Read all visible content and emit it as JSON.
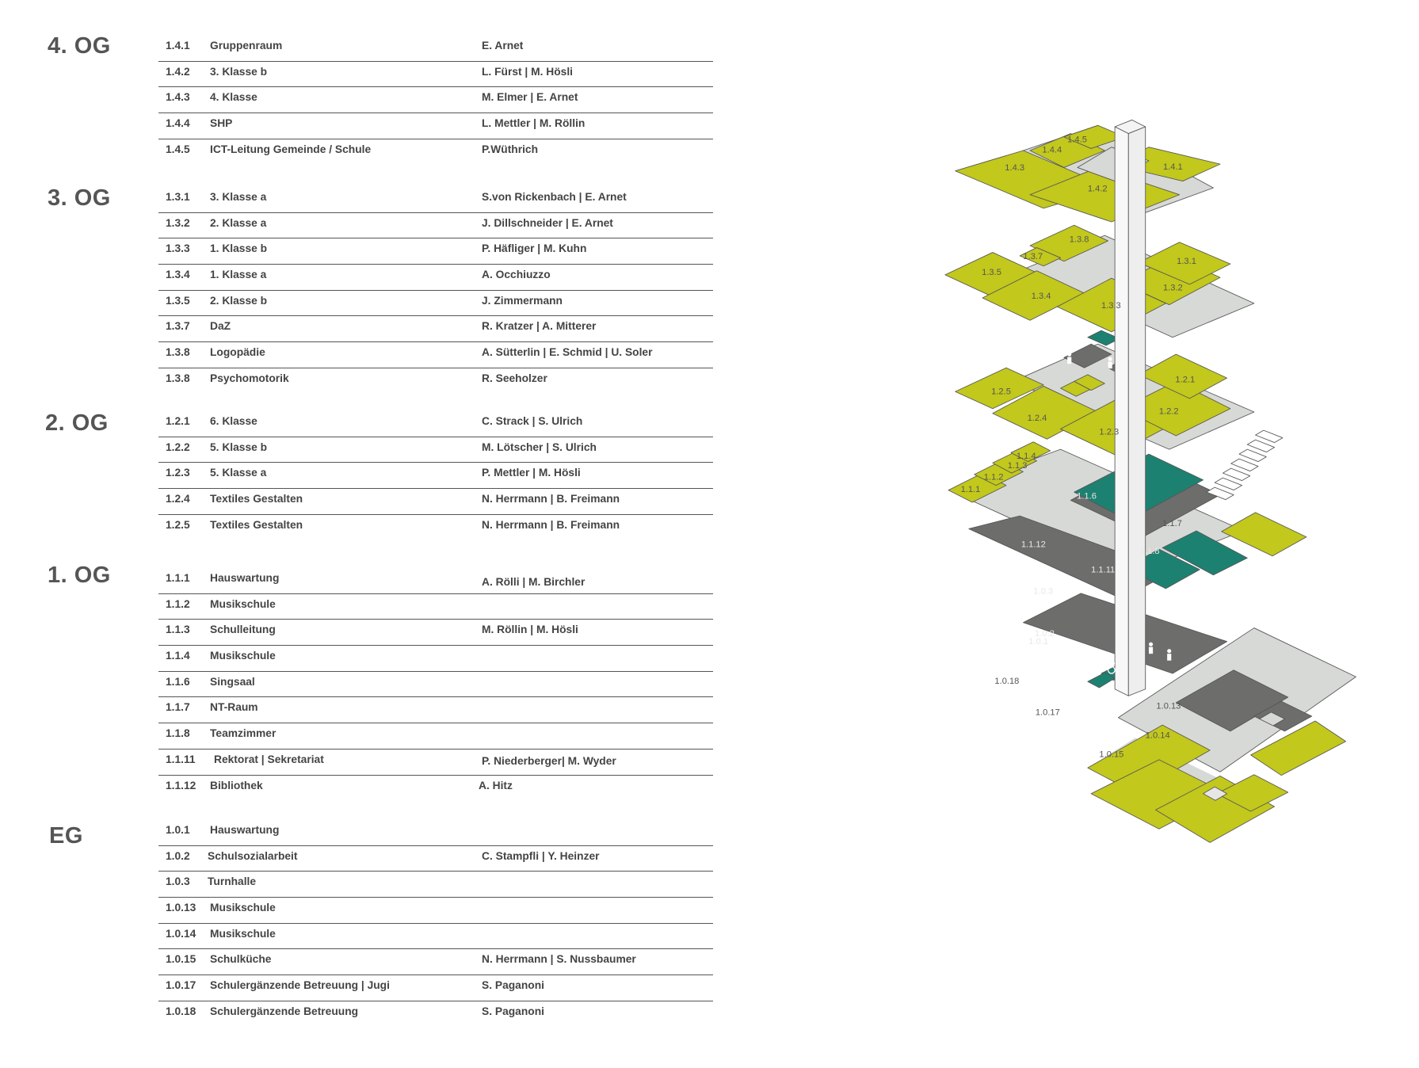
{
  "colors": {
    "room": "#c2c81c",
    "floor": "#d7d9d6",
    "service": "#6d6d6c",
    "team": "#1d8171",
    "line": "#555555"
  },
  "floors": [
    {
      "label": "4. OG",
      "rows": [
        {
          "num": "1.4.1",
          "name": "Gruppenraum",
          "staff": "E. Arnet"
        },
        {
          "num": "1.4.2",
          "name": "3. Klasse b",
          "staff": "L. Fürst | M. Hösli"
        },
        {
          "num": "1.4.3",
          "name": "4. Klasse",
          "staff": "M. Elmer | E. Arnet"
        },
        {
          "num": "1.4.4",
          "name": "SHP",
          "staff": "L. Mettler | M. Röllin"
        },
        {
          "num": "1.4.5",
          "name": "ICT-Leitung Gemeinde / Schule",
          "staff": "P.Wüthrich"
        }
      ]
    },
    {
      "label": "3. OG",
      "rows": [
        {
          "num": "1.3.1",
          "name": "3. Klasse a",
          "staff": "S.von Rickenbach | E. Arnet"
        },
        {
          "num": "1.3.2",
          "name": "2. Klasse a",
          "staff": "J. Dillschneider | E. Arnet"
        },
        {
          "num": "1.3.3",
          "name": "1. Klasse b",
          "staff": "P. Häfliger | M. Kuhn"
        },
        {
          "num": "1.3.4",
          "name": "1. Klasse a",
          "staff": "A. Occhiuzzo"
        },
        {
          "num": "1.3.5",
          "name": "2. Klasse b",
          "staff": "J. Zimmermann"
        },
        {
          "num": "1.3.7",
          "name": "DaZ",
          "staff": "R. Kratzer | A. Mitterer"
        },
        {
          "num": "1.3.8",
          "name": "Logopädie",
          "staff": "A. Sütterlin | E. Schmid  | U. Soler"
        },
        {
          "num": "1.3.8",
          "name": "Psychomotorik",
          "staff": "R. Seeholzer"
        }
      ]
    },
    {
      "label": "2. OG",
      "rows": [
        {
          "num": "1.2.1",
          "name": "6. Klasse",
          "staff": "C. Strack  | S. Ulrich"
        },
        {
          "num": "1.2.2",
          "name": "5. Klasse b",
          "staff": "M. Lötscher  | S. Ulrich"
        },
        {
          "num": "1.2.3",
          "name": "5. Klasse a",
          "staff": "P. Mettler | M. Hösli"
        },
        {
          "num": "1.2.4",
          "name": "Textiles Gestalten",
          "staff": "N. Herrmann | B. Freimann"
        },
        {
          "num": "1.2.5",
          "name": "Textiles Gestalten",
          "staff": "N. Herrmann | B. Freimann"
        }
      ]
    },
    {
      "label": "1. OG",
      "rows": [
        {
          "num": "1.1.1",
          "name": "Hauswartung",
          "staff": "A. Rölli | M. Birchler"
        },
        {
          "num": "1.1.2",
          "name": "Musikschule",
          "staff": ""
        },
        {
          "num": "1.1.3",
          "name": "Schulleitung",
          "staff": "M. Röllin | M. Hösli"
        },
        {
          "num": "1.1.4",
          "name": "Musikschule",
          "staff": ""
        },
        {
          "num": "1.1.6",
          "name": "Singsaal",
          "staff": ""
        },
        {
          "num": "1.1.7",
          "name": "NT-Raum",
          "staff": ""
        },
        {
          "num": "1.1.8",
          "name": "Teamzimmer",
          "staff": ""
        },
        {
          "num": "1.1.11",
          "name": "Rektorat | Sekretariat",
          "staff": "P. Niederberger| M. Wyder"
        },
        {
          "num": "1.1.12",
          "name": "Bibliothek",
          "staff": "A. Hitz"
        }
      ]
    },
    {
      "label": "EG",
      "rows": [
        {
          "num": "1.0.1",
          "name": "Hauswartung",
          "staff": ""
        },
        {
          "num": "1.0.2",
          "name": "Schulsozialarbeit",
          "staff": "C. Stampfli | Y. Heinzer"
        },
        {
          "num": "1.0.3",
          "name": "Turnhalle",
          "staff": ""
        },
        {
          "num": "1.0.13",
          "name": "Musikschule",
          "staff": ""
        },
        {
          "num": "1.0.14",
          "name": "Musikschule",
          "staff": ""
        },
        {
          "num": "1.0.15",
          "name": "Schulküche",
          "staff": "N. Herrmann | S. Nussbaumer"
        },
        {
          "num": "1.0.17",
          "name": "Schulergänzende Betreuung | Jugi",
          "staff": "S. Paganoni"
        },
        {
          "num": "1.0.18",
          "name": "Schulergänzende Betreuung",
          "staff": "S. Paganoni"
        }
      ]
    }
  ],
  "diagram_labels": {
    "l145": "1.4.5",
    "l144": "1.4.4",
    "l143": "1.4.3",
    "l141": "1.4.1",
    "l142": "1.4.2",
    "l138": "1.3.8",
    "l137": "1.3.7",
    "l135": "1.3.5",
    "l131": "1.3.1",
    "l134": "1.3.4",
    "l133": "1.3.3",
    "l132": "1.3.2",
    "l121": "1.2.1",
    "l125": "1.2.5",
    "l124": "1.2.4",
    "l122": "1.2.2",
    "l123": "1.2.3",
    "l114": "1.1.4",
    "l113": "1.1.3",
    "l112": "1.1.2",
    "l111": "1.1.1",
    "l116": "1.1.6",
    "l117": "1.1.7",
    "l1112": "1.1.12",
    "l118": "1.1.8",
    "l1111": "1.1.11",
    "l103": "1.0.3",
    "l102": "1.0.2",
    "l101": "1.0.1",
    "l1018": "1.0.18",
    "l1017": "1.0.17",
    "l1013": "1.0.13",
    "l1014": "1.0.14",
    "l1015": "1.0.15"
  }
}
